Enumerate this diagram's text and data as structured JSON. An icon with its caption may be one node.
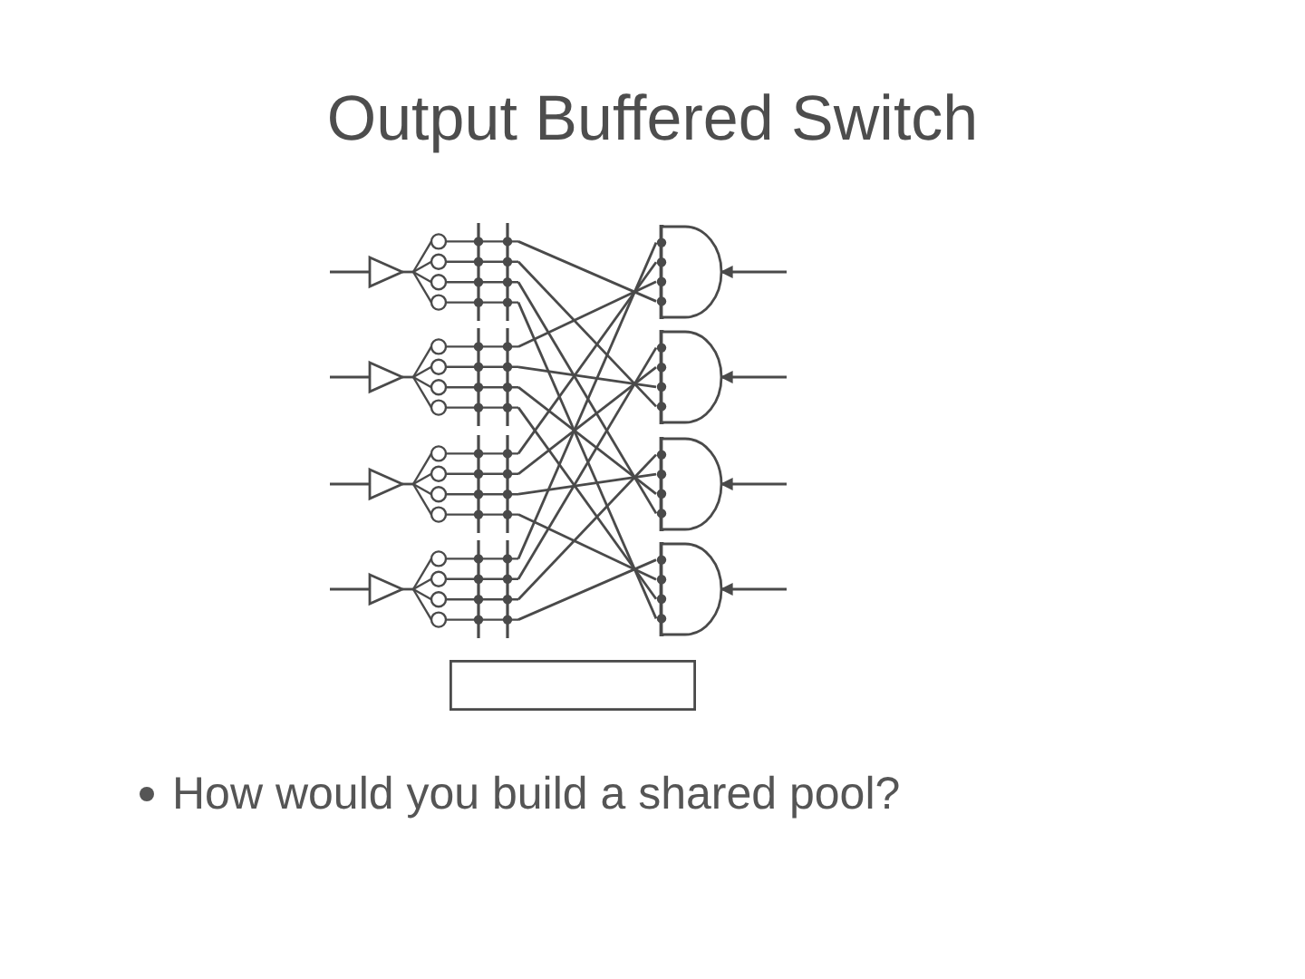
{
  "diagram": {
    "title": "Output Buffered Switch",
    "nodes": [
      {
        "text": [],
        "shape": "triangle"
      },
      {
        "text": [],
        "shape": "triangle"
      },
      {
        "text": [],
        "shape": "triangle"
      },
      {
        "text": [],
        "shape": "triangle"
      },
      {
        "text": [],
        "shape": "bar"
      },
      {
        "text": [],
        "shape": "bar"
      },
      {
        "text": [],
        "shape": "bar"
      },
      {
        "text": [],
        "shape": "bar"
      },
      {
        "text": [],
        "shape": "semicircle"
      },
      {
        "text": [],
        "shape": "semicircle"
      },
      {
        "text": [],
        "shape": "semicircle"
      },
      {
        "text": [],
        "shape": "semicircle"
      },
      {
        "text": [],
        "shape": "box"
      }
    ],
    "edges": [
      {
        "from": null,
        "to": 0,
        "arrow": "none"
      },
      {
        "from": null,
        "to": 1,
        "arrow": "none"
      },
      {
        "from": null,
        "to": 2,
        "arrow": "none"
      },
      {
        "from": null,
        "to": 3,
        "arrow": "none"
      },
      {
        "from": 0,
        "to": 4,
        "arrow": "none"
      },
      {
        "from": 1,
        "to": 5,
        "arrow": "none"
      },
      {
        "from": 2,
        "to": 6,
        "arrow": "none"
      },
      {
        "from": 3,
        "to": 7,
        "arrow": "none"
      },
      {
        "from": 4,
        "to": 8,
        "arrow": "none"
      },
      {
        "from": 4,
        "to": 9,
        "arrow": "none"
      },
      {
        "from": 4,
        "to": 10,
        "arrow": "none"
      },
      {
        "from": 4,
        "to": 11,
        "arrow": "none"
      },
      {
        "from": 5,
        "to": 8,
        "arrow": "none"
      },
      {
        "from": 5,
        "to": 9,
        "arrow": "none"
      },
      {
        "from": 5,
        "to": 10,
        "arrow": "none"
      },
      {
        "from": 5,
        "to": 11,
        "arrow": "none"
      },
      {
        "from": 6,
        "to": 8,
        "arrow": "none"
      },
      {
        "from": 6,
        "to": 9,
        "arrow": "none"
      },
      {
        "from": 6,
        "to": 10,
        "arrow": "none"
      },
      {
        "from": 6,
        "to": 11,
        "arrow": "none"
      },
      {
        "from": 7,
        "to": 8,
        "arrow": "none"
      },
      {
        "from": 7,
        "to": 9,
        "arrow": "none"
      },
      {
        "from": 7,
        "to": 10,
        "arrow": "none"
      },
      {
        "from": 7,
        "to": 11,
        "arrow": "none"
      },
      {
        "from": null,
        "to": 8,
        "arrow": "to"
      },
      {
        "from": null,
        "to": 9,
        "arrow": "to"
      },
      {
        "from": null,
        "to": 10,
        "arrow": "to"
      },
      {
        "from": null,
        "to": 11,
        "arrow": "to"
      }
    ],
    "labels": [
      "How would you build a shared pool?"
    ]
  }
}
